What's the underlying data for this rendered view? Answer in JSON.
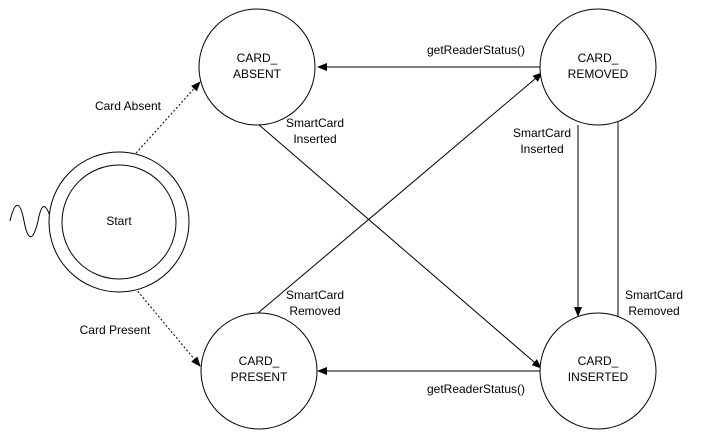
{
  "states": {
    "start": "Start",
    "absent": [
      "CARD_",
      "ABSENT"
    ],
    "removed": [
      "CARD_",
      "REMOVED"
    ],
    "present": [
      "CARD_",
      "PRESENT"
    ],
    "inserted": [
      "CARD_",
      "INSERTED"
    ]
  },
  "transitions": {
    "start_to_absent": "Card Absent",
    "start_to_present": "Card Present",
    "removed_to_absent": "getReaderStatus()",
    "inserted_to_present": "getReaderStatus()",
    "absent_to_inserted": [
      "SmartCard",
      "Inserted"
    ],
    "removed_to_inserted": [
      "SmartCard",
      "Inserted"
    ],
    "present_to_removed": [
      "SmartCard",
      "Removed"
    ],
    "inserted_to_removed": [
      "SmartCard",
      "Removed"
    ]
  }
}
